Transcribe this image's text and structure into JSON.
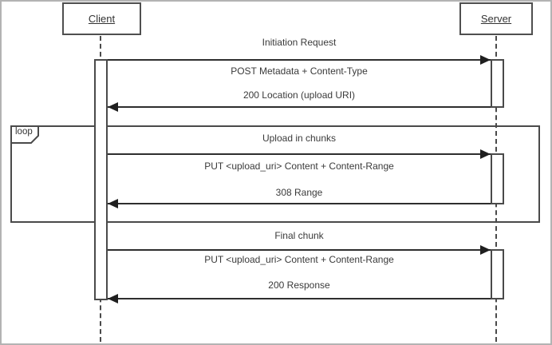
{
  "diagram": {
    "type": "uml-sequence",
    "actors": [
      {
        "label": "Client"
      },
      {
        "label": "Server"
      }
    ],
    "loop_fragment": {
      "operator": "loop"
    },
    "sections": [
      {
        "title": "Initiation Request",
        "request_label": "POST Metadata + Content-Type",
        "response_label": "200 Location (upload URI)"
      },
      {
        "title": "Upload in chunks",
        "request_label": "PUT <upload_uri> Content + Content-Range",
        "response_label": "308 Range"
      },
      {
        "title": "Final chunk",
        "request_label": "PUT <upload_uri> Content + Content-Range",
        "response_label": "200 Response"
      }
    ],
    "colors": {
      "frame_line": "#4a4a4a",
      "arrow": "#1f1f1f",
      "text": "#3a3a3a",
      "page_border": "#b3b3b3",
      "background": "#ffffff"
    }
  }
}
